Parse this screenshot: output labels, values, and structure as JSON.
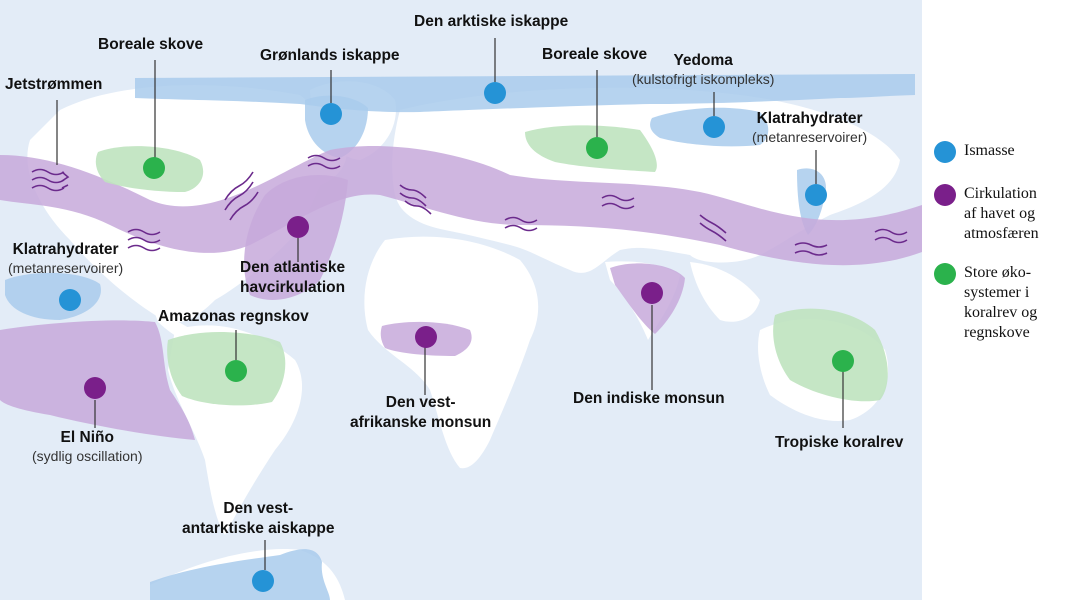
{
  "colors": {
    "ice": "#2593d6",
    "circulation": "#7a1f8a",
    "ecosystem": "#2bb24c",
    "ice_area": "#a9cbec",
    "circ_area": "#c7a9da",
    "eco_area": "#bfe3bf",
    "ocean": "#e3ecf7",
    "land": "#ffffff"
  },
  "labels": {
    "jet": {
      "title": "Jetstrømmen"
    },
    "boreal_w": {
      "title": "Boreale skove"
    },
    "greenland": {
      "title": "Grønlands iskappe"
    },
    "arctic": {
      "title": "Den arktiske iskappe"
    },
    "boreal_e": {
      "title": "Boreale skove"
    },
    "yedoma": {
      "title": "Yedoma",
      "sub": "(kulstofrigt iskompleks)"
    },
    "klatra_e": {
      "title": "Klatrahydrater",
      "sub": "(metanreservoirer)"
    },
    "klatra_w": {
      "title": "Klatrahydrater",
      "sub": "(metanreservoirer)"
    },
    "amoc": {
      "title": "Den atlantiske",
      "title2": "havcirkulation"
    },
    "amazon": {
      "title": "Amazonas regnskov"
    },
    "elnino": {
      "title": "El Niño",
      "sub": "(sydlig oscillation)"
    },
    "wafrica": {
      "title": "Den vest-",
      "title2": "afrikanske monsun"
    },
    "india": {
      "title": "Den indiske monsun"
    },
    "coral": {
      "title": "Tropiske koralrev"
    },
    "antarctic": {
      "title": "Den vest-",
      "title2": "antarktiske aiskappe"
    }
  },
  "legend": [
    {
      "kind": "ice",
      "text": "Ismasse"
    },
    {
      "kind": "circulation",
      "text": "Cirkulation\naf havet og\natmosfæren"
    },
    {
      "kind": "ecosystem",
      "text": "Store øko-\nsystemer i\nkoralrev og\nregnskove"
    }
  ]
}
